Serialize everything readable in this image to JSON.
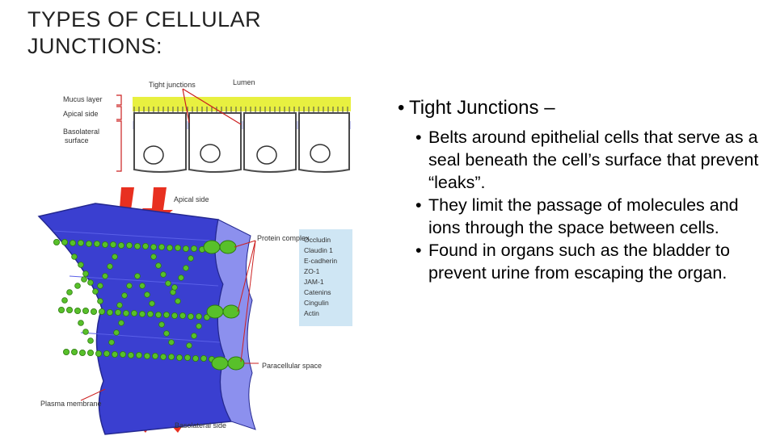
{
  "title": {
    "line1": "TYPES OF CELLULAR",
    "line2": "JUNCTIONS:"
  },
  "figure": {
    "labels": {
      "tight_junctions": "Tight junctions",
      "lumen": "Lumen",
      "mucus_layer": "Mucus layer",
      "apical_side_top": "Apical side",
      "basolateral_surface_1": "Basolateral",
      "basolateral_surface_2": "surface",
      "apical_side": "Apical side",
      "protein_complex": "Protein complex",
      "paracellular_space": "Paracellular space",
      "plasma_membrane": "Plasma membrane",
      "basolateral_side": "Basolateral side"
    },
    "proteins": [
      "Occludin",
      "Claudin 1",
      "E-cadherin",
      "ZO-1",
      "JAM-1",
      "Catenins",
      "Cingulin",
      "Actin"
    ],
    "colors": {
      "mucus": "#e8f040",
      "cell_blue": "#3a3fd0",
      "cell_light": "#8c90ee",
      "bead_green": "#58c02a",
      "arrow_red": "#e83020",
      "legend_bg": "#cfe6f4",
      "leader_red": "#cc2020"
    }
  },
  "bullets": {
    "heading": "Tight Junctions –",
    "items": [
      "Belts around epithelial cells that serve as a seal  beneath the cell’s surface that prevent “leaks”.",
      "They limit the passage of molecules and ions through the space between cells.",
      "Found in organs such as the bladder to prevent urine from escaping the organ."
    ]
  }
}
